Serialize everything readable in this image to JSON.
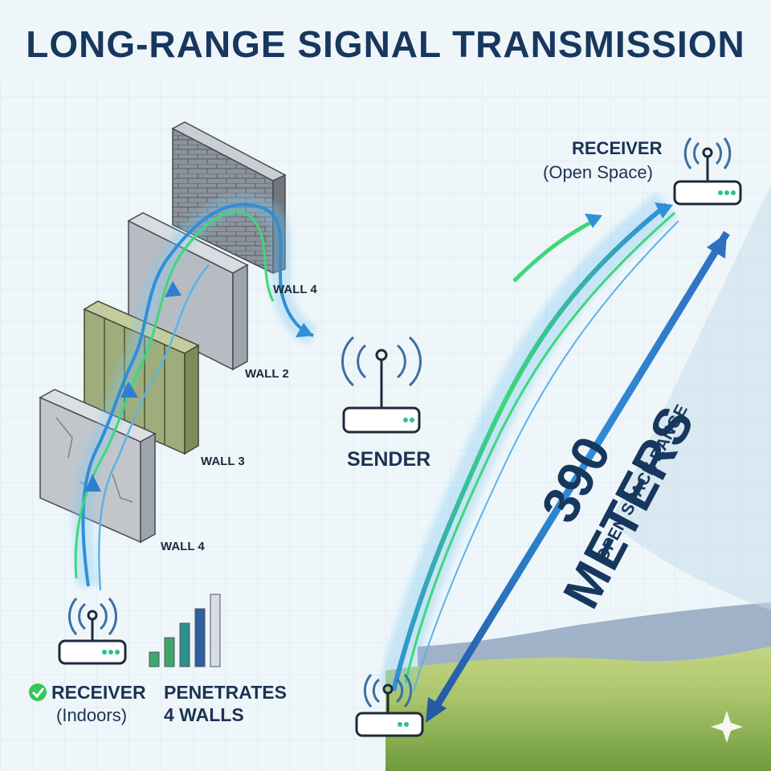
{
  "title": "LONG-RANGE SIGNAL TRANSMISSION",
  "walls": {
    "top_wall": "WALL 4",
    "second_wall": "WALL 2",
    "third_wall": "WALL 3",
    "bottom_wall": "WALL 4"
  },
  "sender": {
    "label": "SENDER"
  },
  "receiver_open": {
    "label": "RECEIVER",
    "sublabel": "(Open Space)"
  },
  "receiver_indoor": {
    "label": "RECEIVER",
    "sublabel": "(Indoors)",
    "status_icon": "check-circle-icon"
  },
  "penetrates": {
    "line1": "PENETRATES",
    "line2": "4 WALLS"
  },
  "distance": {
    "value": "390 METERS",
    "caption": "OPEN SPACE RANGE"
  },
  "colors": {
    "title": "#17375e",
    "signal_blue": "#2f8fd8",
    "signal_green": "#3fd77a",
    "check_green": "#34c759",
    "bar_green": "#3fa66a",
    "bar_teal": "#2f8f8a",
    "bar_blue": "#2f5f9f",
    "bar_gray": "#d8dde3"
  },
  "signal_bars": {
    "count": 5,
    "active": 4
  }
}
